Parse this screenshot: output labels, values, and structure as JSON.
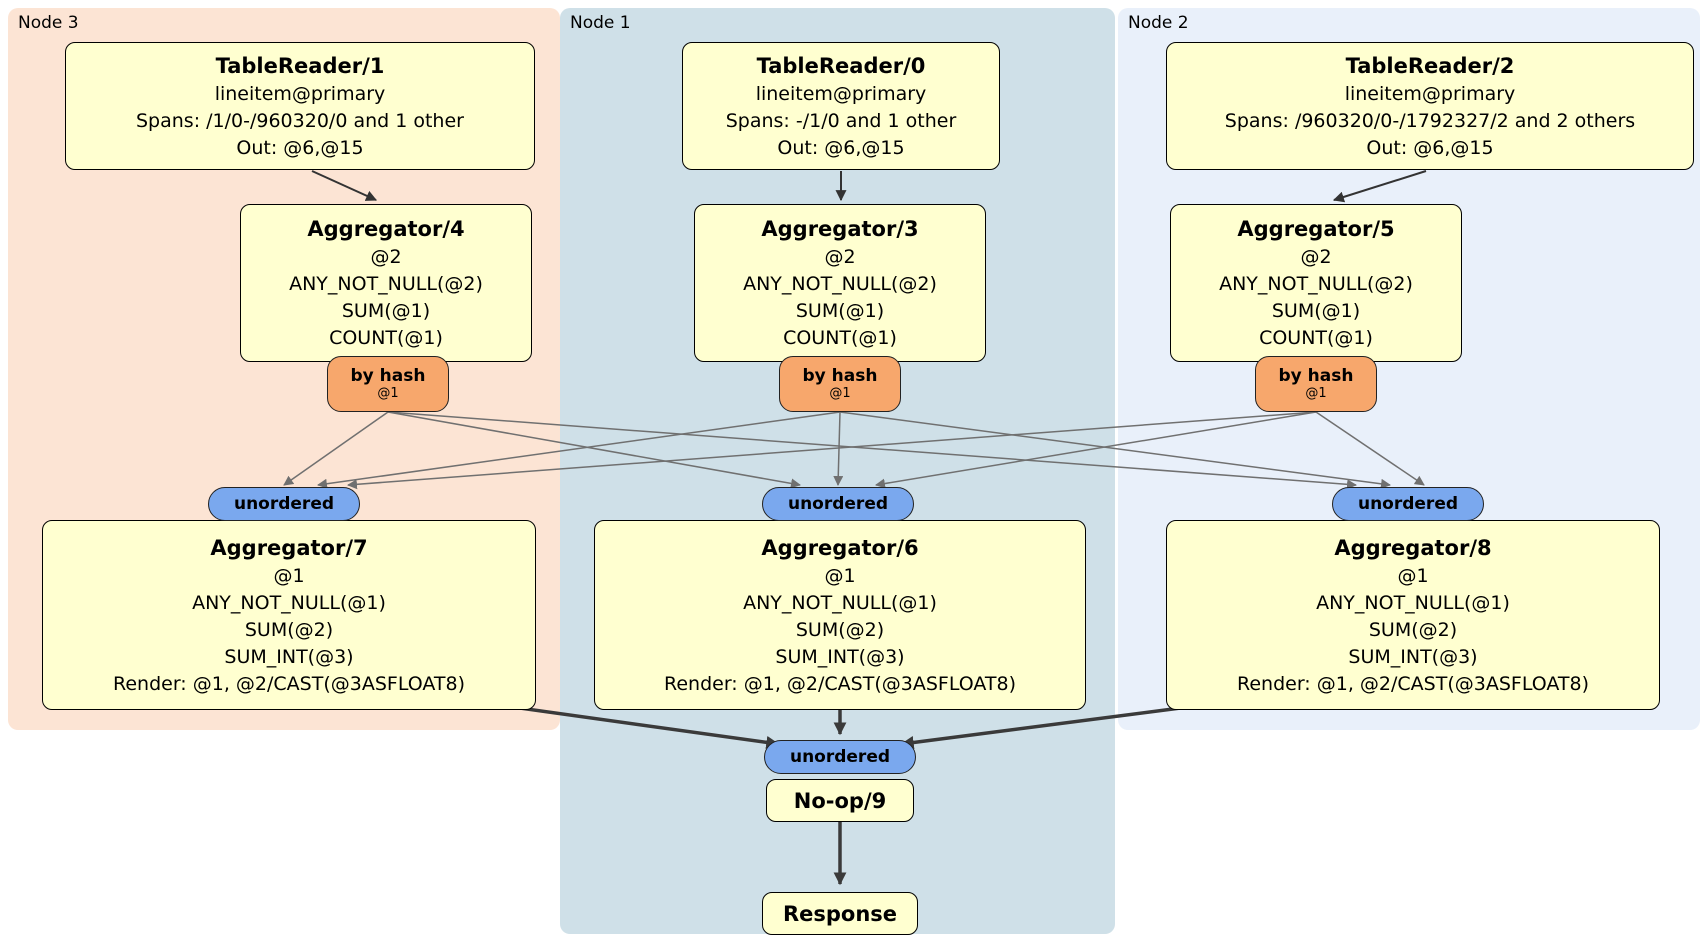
{
  "panels": {
    "node3": {
      "label": "Node 3"
    },
    "node1": {
      "label": "Node 1"
    },
    "node2": {
      "label": "Node 2"
    }
  },
  "processors": {
    "tablereader1": {
      "title": "TableReader/1",
      "lines": [
        "lineitem@primary",
        "Spans: /1/0-/960320/0 and 1 other",
        "Out: @6,@15"
      ]
    },
    "tablereader0": {
      "title": "TableReader/0",
      "lines": [
        "lineitem@primary",
        "Spans: -/1/0 and 1 other",
        "Out: @6,@15"
      ]
    },
    "tablereader2": {
      "title": "TableReader/2",
      "lines": [
        "lineitem@primary",
        "Spans: /960320/0-/1792327/2 and 2 others",
        "Out: @6,@15"
      ]
    },
    "aggregator4": {
      "title": "Aggregator/4",
      "lines": [
        "@2",
        "ANY_NOT_NULL(@2)",
        "SUM(@1)",
        "COUNT(@1)"
      ]
    },
    "aggregator3": {
      "title": "Aggregator/3",
      "lines": [
        "@2",
        "ANY_NOT_NULL(@2)",
        "SUM(@1)",
        "COUNT(@1)"
      ]
    },
    "aggregator5": {
      "title": "Aggregator/5",
      "lines": [
        "@2",
        "ANY_NOT_NULL(@2)",
        "SUM(@1)",
        "COUNT(@1)"
      ]
    },
    "aggregator7": {
      "title": "Aggregator/7",
      "lines": [
        "@1",
        "ANY_NOT_NULL(@1)",
        "SUM(@2)",
        "SUM_INT(@3)",
        "Render: @1, @2/CAST(@3ASFLOAT8)"
      ]
    },
    "aggregator6": {
      "title": "Aggregator/6",
      "lines": [
        "@1",
        "ANY_NOT_NULL(@1)",
        "SUM(@2)",
        "SUM_INT(@3)",
        "Render: @1, @2/CAST(@3ASFLOAT8)"
      ]
    },
    "aggregator8": {
      "title": "Aggregator/8",
      "lines": [
        "@1",
        "ANY_NOT_NULL(@1)",
        "SUM(@2)",
        "SUM_INT(@3)",
        "Render: @1, @2/CAST(@3ASFLOAT8)"
      ]
    },
    "noop9": {
      "title": "No-op/9"
    },
    "response": {
      "title": "Response"
    }
  },
  "routers": {
    "by_hash": {
      "label": "by hash",
      "detail": "@1"
    }
  },
  "synchronizers": {
    "unordered": {
      "label": "unordered"
    }
  },
  "colors": {
    "panel_node3": "#fce4d4",
    "panel_node1": "#cfe0e8",
    "panel_node2": "#e9f0fa",
    "processor_fill": "#ffffd0",
    "router_fill": "#f7a76c",
    "sync_fill": "#7aa8ee",
    "edge_thin": "#707070",
    "edge_med": "#333333",
    "edge_thick": "#3a3a3a"
  }
}
